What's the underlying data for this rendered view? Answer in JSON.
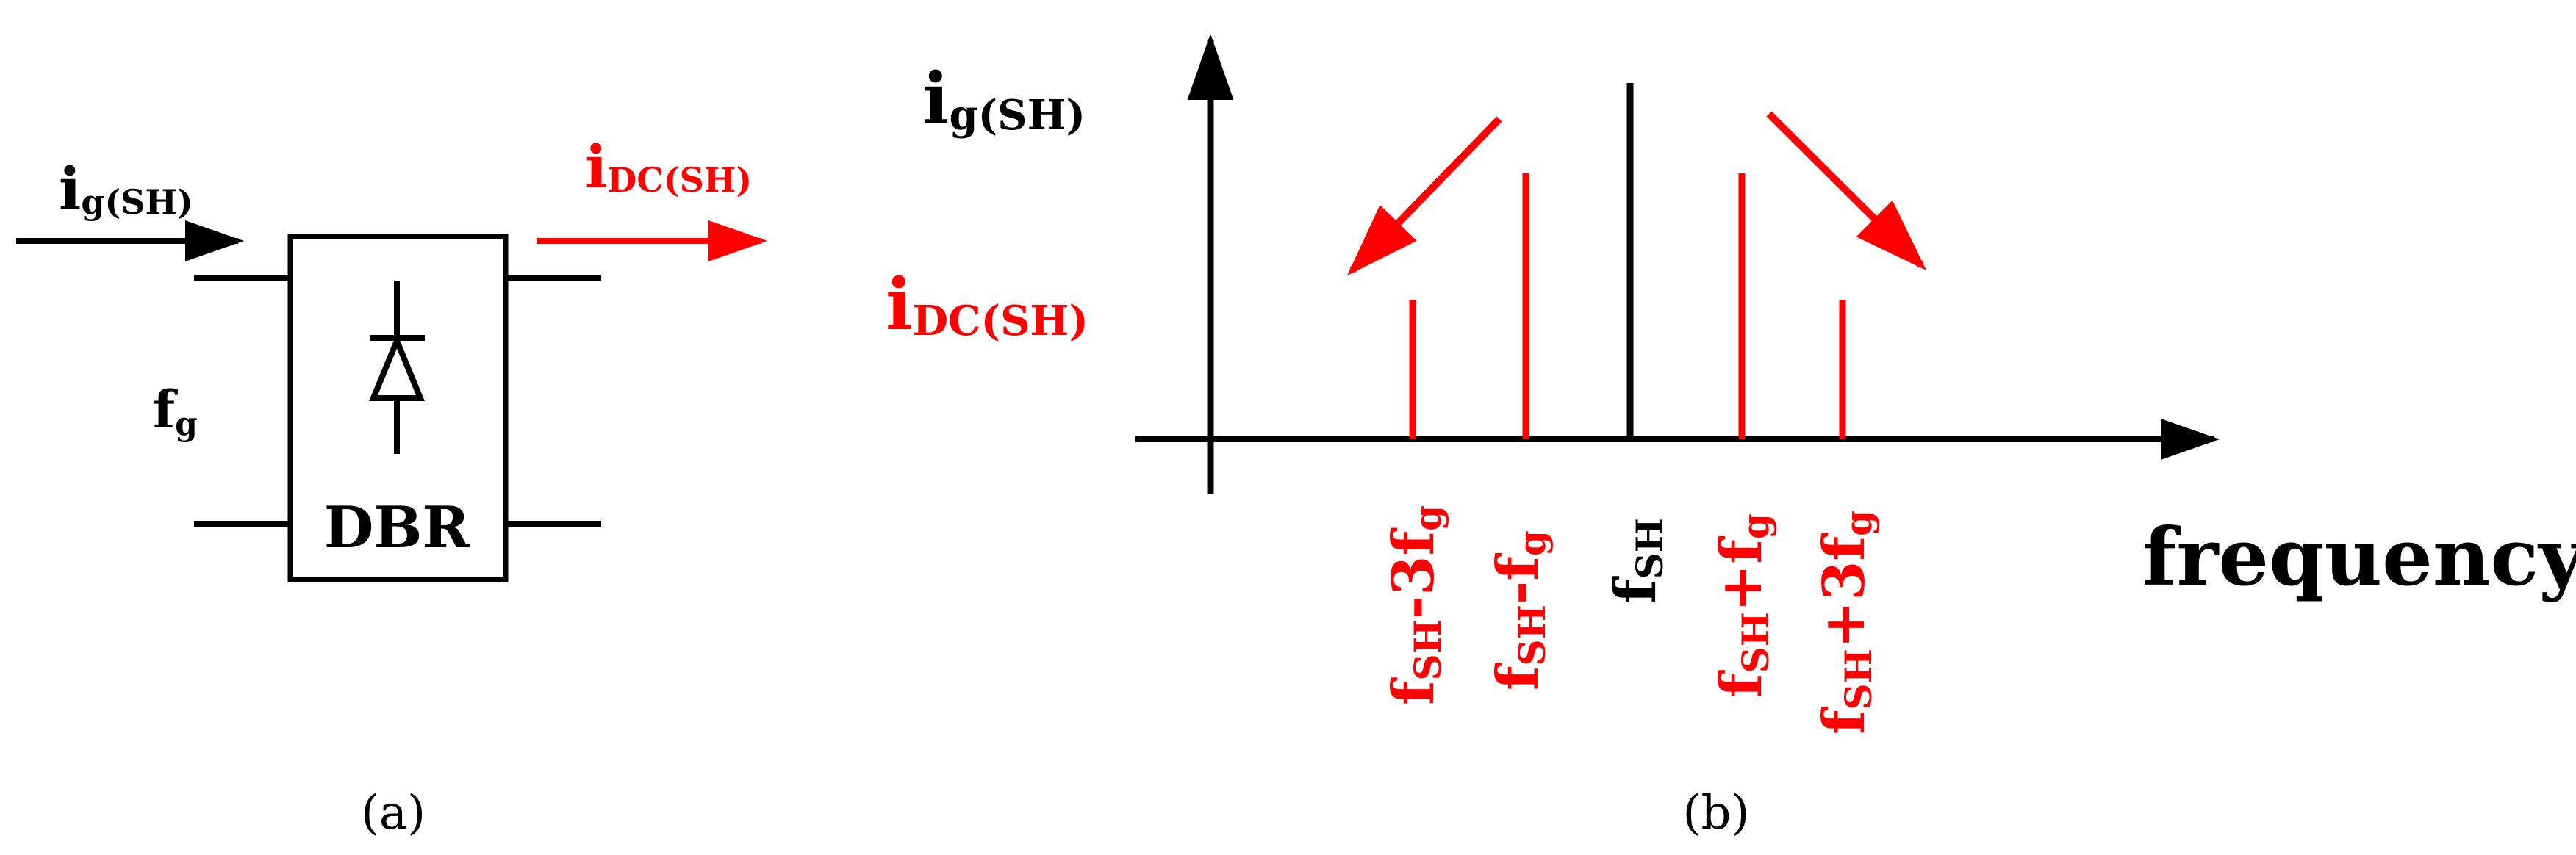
{
  "panel_a": {
    "caption": "(a)",
    "input_label": {
      "main": "i",
      "sub": "g(SH)"
    },
    "output_label": {
      "main": "i",
      "sub": "DC(SH)"
    },
    "freq_label": {
      "main": "f",
      "sub": "g"
    },
    "block_label": "DBR",
    "block_symbol": "diode-icon"
  },
  "panel_b": {
    "caption": "(b)",
    "y_label_top": {
      "main": "i",
      "sub": "g(SH)"
    },
    "y_label_low": {
      "main": "i",
      "sub": "DC(SH)"
    },
    "x_axis_label": "frequency",
    "tick_labels": [
      {
        "main": "f",
        "sub": "SH",
        "rest": "-3f",
        "sub2": "g"
      },
      {
        "main": "f",
        "sub": "SH",
        "rest": "-f",
        "sub2": "g"
      },
      {
        "main": "f",
        "sub": "SH",
        "rest": "",
        "sub2": ""
      },
      {
        "main": "f",
        "sub": "SH",
        "rest": "+f",
        "sub2": "g"
      },
      {
        "main": "f",
        "sub": "SH",
        "rest": "+3f",
        "sub2": "g"
      }
    ]
  },
  "colors": {
    "black": "#000000",
    "red": "#ff0000"
  }
}
